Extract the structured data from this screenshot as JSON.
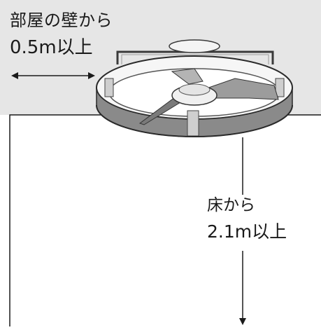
{
  "labels": {
    "wall_distance_line1": "部屋の壁から",
    "wall_distance_line2": "0.5m以上",
    "floor_distance_line1": "床から",
    "floor_distance_line2": "2.1m以上"
  },
  "colors": {
    "ceiling": "#e6e6e6",
    "line": "#1a1a1a",
    "fan_ring": "#6f6f6f",
    "fan_body": "#f2f2f2"
  }
}
